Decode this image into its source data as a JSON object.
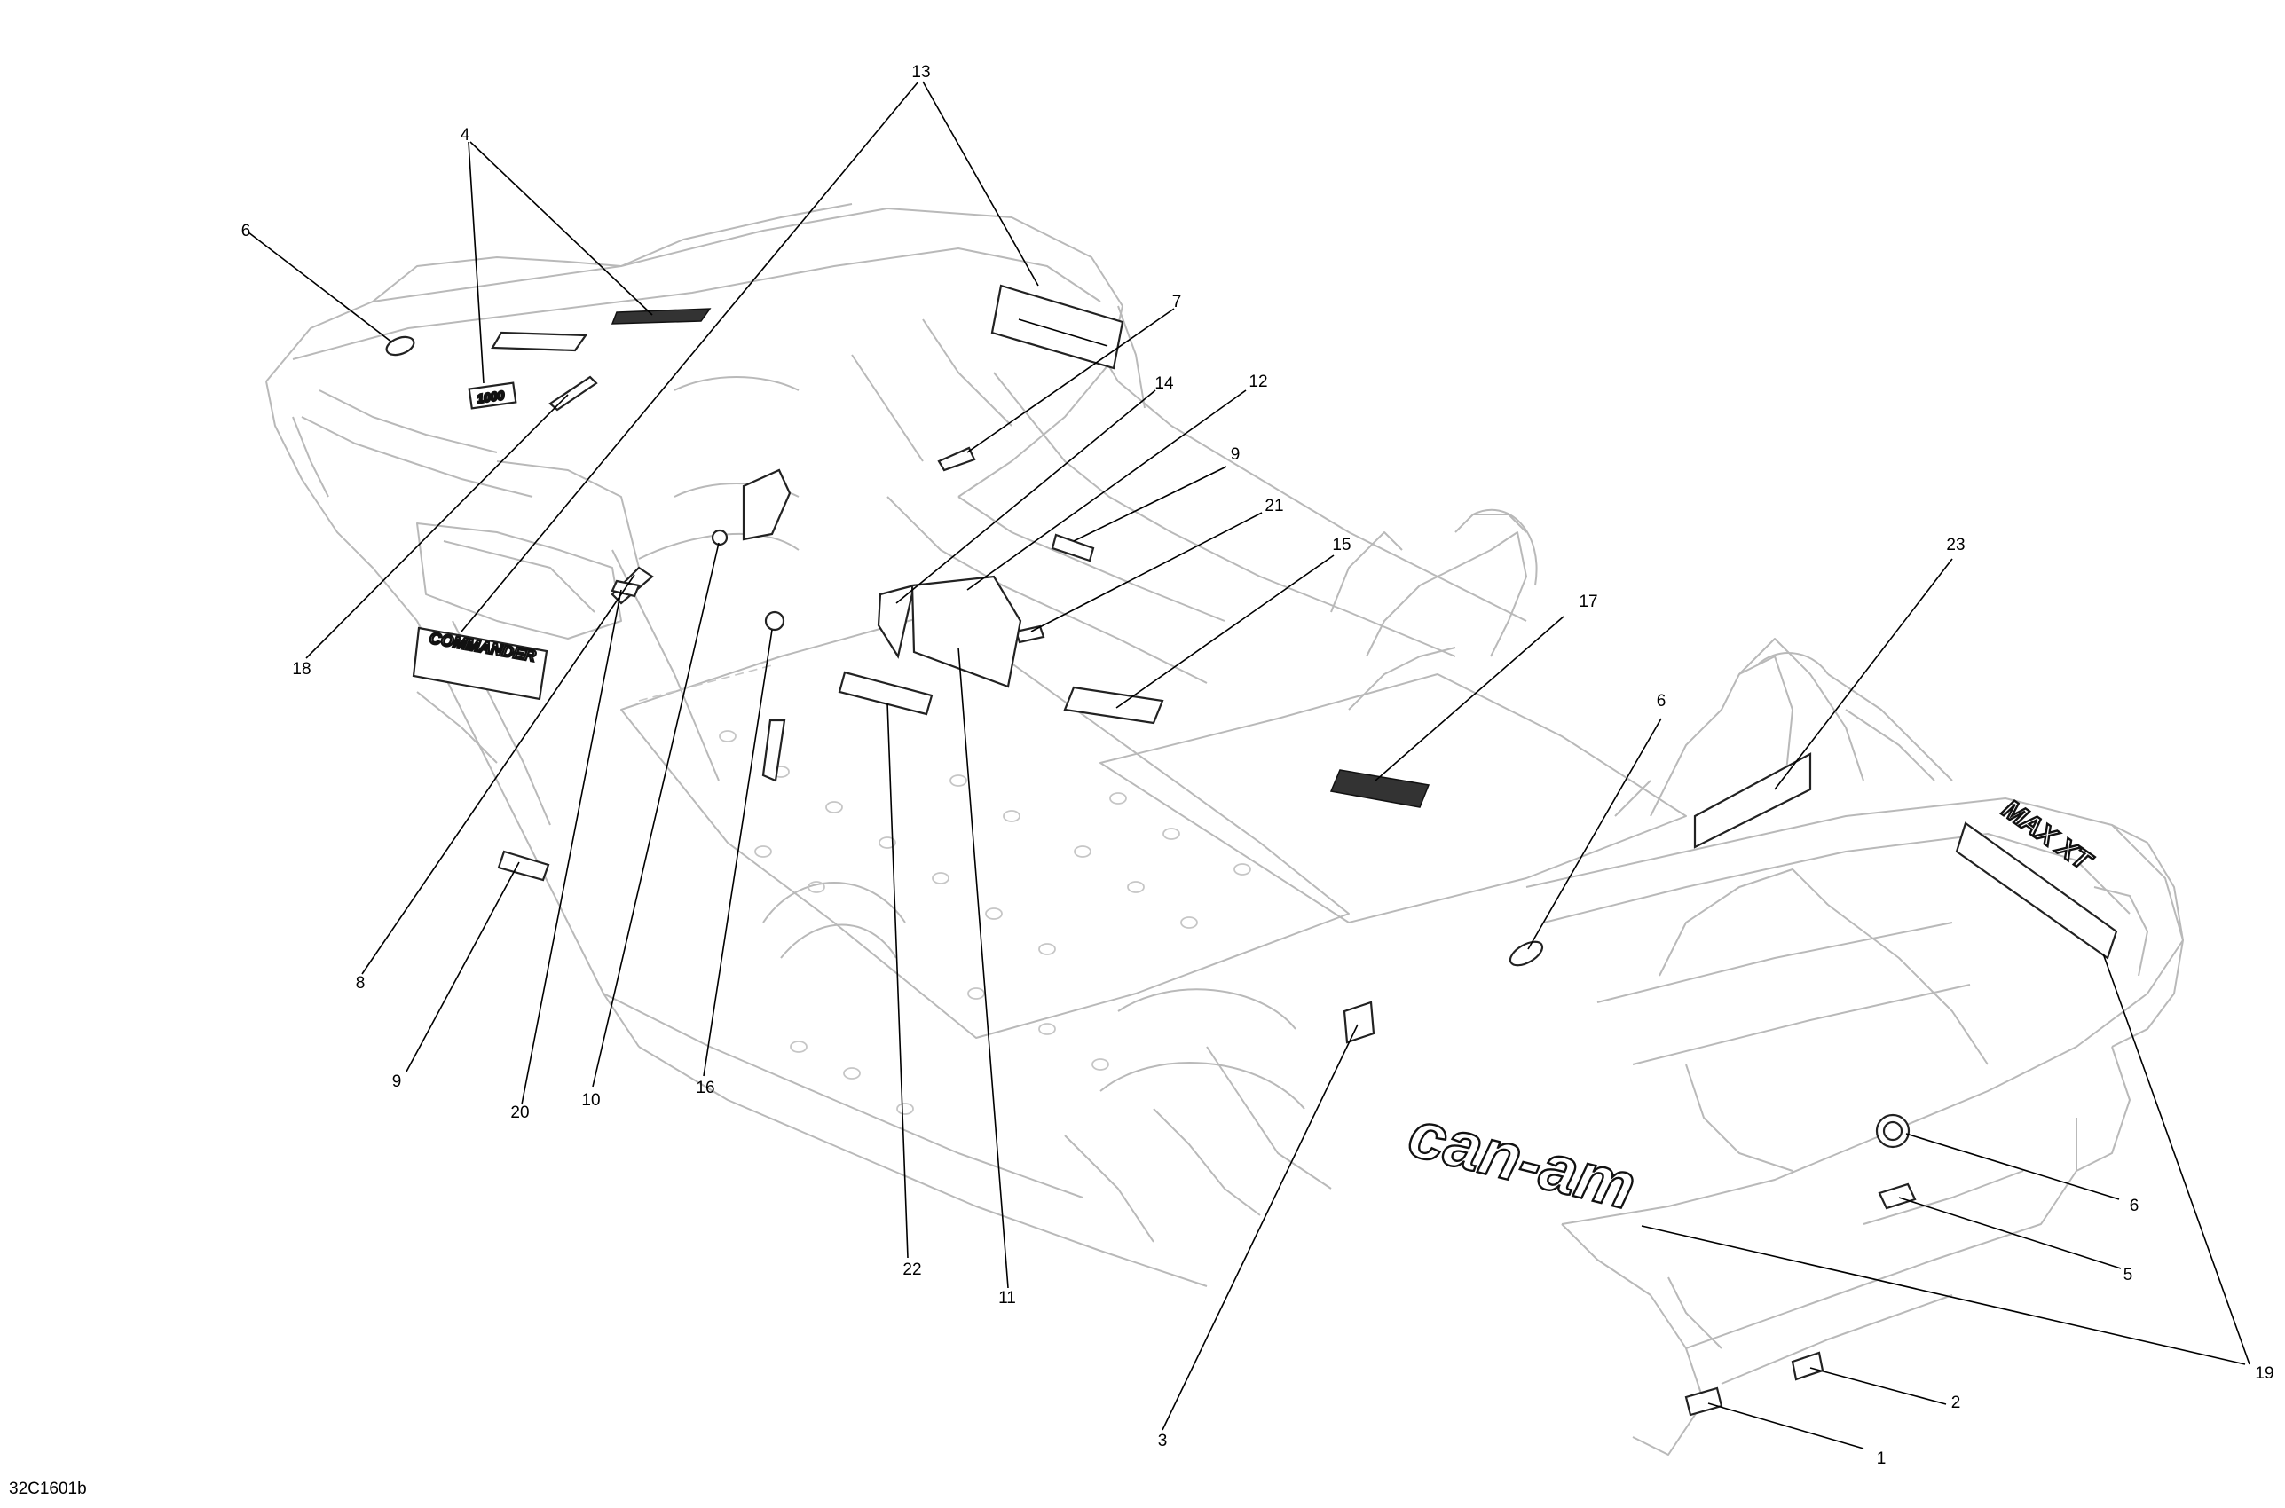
{
  "drawing_ref": "32C1601b",
  "brand_logo": "can-am",
  "callouts": [
    "13",
    "4",
    "6",
    "7",
    "14",
    "12",
    "9",
    "21",
    "15",
    "23",
    "17",
    "6",
    "18",
    "8",
    "9",
    "20",
    "10",
    "16",
    "22",
    "11",
    "3",
    "6",
    "5",
    "19",
    "2",
    "1"
  ]
}
